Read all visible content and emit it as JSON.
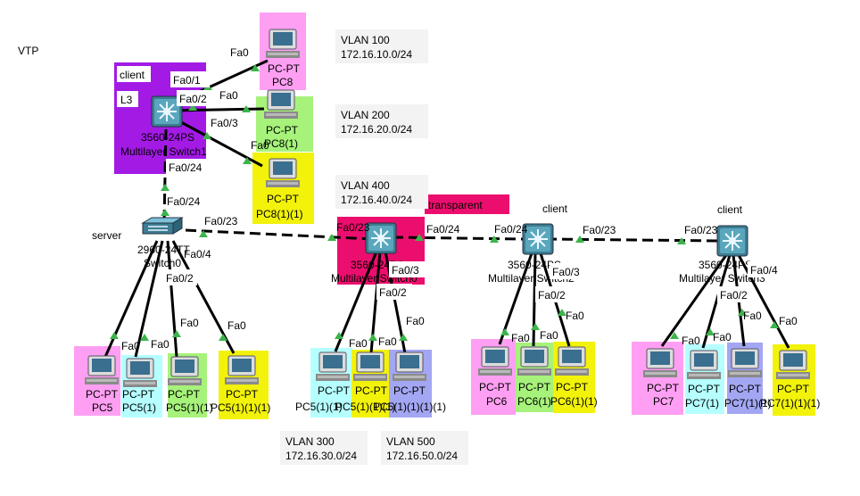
{
  "title": "VTP",
  "colors": {
    "pink": "#ff9ff3",
    "green": "#a6f27a",
    "yellow": "#f2f20a",
    "cyan": "#b5ffff",
    "lavender": "#a3a6f2",
    "purple": "#a31ae5",
    "magenta": "#ec0e6e",
    "link": "#000000",
    "port_marker": "#3cb44b"
  },
  "vlans": [
    {
      "name": "VLAN 100",
      "subnet": "172.16.10.0/24"
    },
    {
      "name": "VLAN 200",
      "subnet": "172.16.20.0/24"
    },
    {
      "name": "VLAN 400",
      "subnet": "172.16.40.0/24"
    },
    {
      "name": "VLAN 300",
      "subnet": "172.16.30.0/24"
    },
    {
      "name": "VLAN 500",
      "subnet": "172.16.50.0/24"
    }
  ],
  "areas": [
    {
      "label": "client",
      "sub": "L3"
    },
    {
      "label": "transparent"
    }
  ],
  "roles": [
    "server",
    "client",
    "client"
  ],
  "devices": [
    {
      "model": "3560-24PS",
      "name": "Multilayer Switch1"
    },
    {
      "model": "2960-24TT",
      "name": "Switch0"
    },
    {
      "model": "3560-24PS",
      "name": "Multilayer Switch0"
    },
    {
      "model": "3560-24PS",
      "name": "Multilayer Switch2"
    },
    {
      "model": "3560-24PS",
      "name": "Multilayer Switch3"
    }
  ],
  "pcs": [
    {
      "type": "PC-PT",
      "name": "PC8"
    },
    {
      "type": "PC-PT",
      "name": "PC8(1)"
    },
    {
      "type": "PC-PT",
      "name": "PC8(1)(1)"
    },
    {
      "type": "PC-PT",
      "name": "PC5"
    },
    {
      "type": "PC-PT",
      "name": "PC5(1)"
    },
    {
      "type": "PC-PT",
      "name": "PC5(1)(1)"
    },
    {
      "type": "PC-PT",
      "name": "PC5(1)(1)(1)"
    },
    {
      "type": "PC-PT",
      "name": "PC5(1)(1)"
    },
    {
      "type": "PC-PT",
      "name": "PC5(1)(1)(1)"
    },
    {
      "type": "PC-PT",
      "name": "PC5(1)(1)(1)(1)"
    },
    {
      "type": "PC-PT",
      "name": "PC6"
    },
    {
      "type": "PC-PT",
      "name": "PC6(1)"
    },
    {
      "type": "PC-PT",
      "name": "PC6(1)(1)"
    },
    {
      "type": "PC-PT",
      "name": "PC7"
    },
    {
      "type": "PC-PT",
      "name": "PC7(1)"
    },
    {
      "type": "PC-PT",
      "name": "PC7(1)(1)"
    },
    {
      "type": "PC-PT",
      "name": "PC7(1)(1)(1)"
    }
  ],
  "ports": [
    "Fa0",
    "Fa0/1",
    "Fa0/2",
    "Fa0/3",
    "Fa0/4",
    "Fa0/23",
    "Fa0/24"
  ]
}
